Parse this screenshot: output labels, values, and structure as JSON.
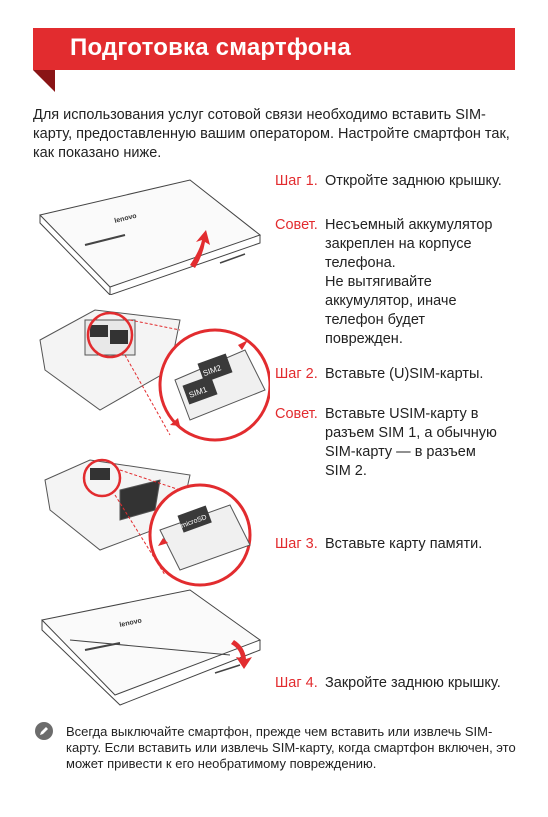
{
  "header": {
    "title": "Подготовка смартфона"
  },
  "intro": "Для использования услуг сотовой связи необходимо вставить SIM-карту, предоставленную вашим оператором. Настройте смартфон так, как показано ниже.",
  "step1": {
    "label": "Шаг 1.",
    "text": "Откройте заднюю крышку."
  },
  "tip1": {
    "label": "Совет.",
    "text_lines": [
      "Несъемный аккумулятор",
      "закреплен на корпусе",
      "телефона.",
      "Не вытягивайте",
      "аккумулятор, иначе",
      "телефон будет",
      "поврежден."
    ]
  },
  "step2": {
    "label": "Шаг 2.",
    "text": "Вставьте (U)SIM-карты."
  },
  "tip2": {
    "label": "Совет.",
    "text_lines": [
      "Вставьте USIM-карту в",
      "разъем SIM 1, а обычную",
      "SIM-карту — в разъем",
      "SIM 2."
    ]
  },
  "step3": {
    "label": "Шаг 3.",
    "text": "Вставьте карту памяти."
  },
  "step4": {
    "label": "Шаг 4.",
    "text": "Закройте заднюю крышку."
  },
  "illustrations": {
    "brand": "lenovo",
    "sim1": "SIM1",
    "sim2": "SIM2",
    "microsd": "microSD"
  },
  "note": "Всегда выключайте смартфон, прежде чем вставить или извлечь SIM-карту. Если вставить или извлечь SIM-карту, когда смартфон включен, это может привести к его необратимому повреждению.",
  "colors": {
    "accent": "#e22c2f",
    "accent_dark": "#8a1416"
  }
}
